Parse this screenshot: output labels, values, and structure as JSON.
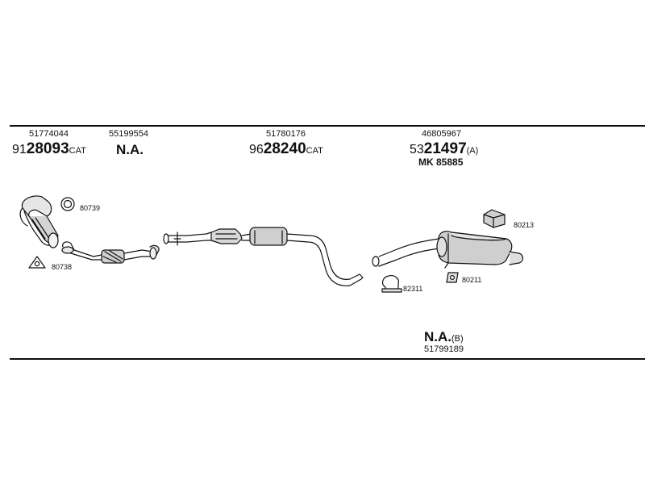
{
  "parts": {
    "g1": {
      "top": "51774044",
      "pre": "91",
      "bold": "28093",
      "suf": "CAT"
    },
    "g2": {
      "top": "55199554",
      "na": "N.A."
    },
    "g3": {
      "top": "51780176",
      "pre": "96",
      "bold": "28240",
      "suf": "CAT"
    },
    "g4": {
      "top": "46805967",
      "pre": "53",
      "bold": "21497",
      "suf": "(A)",
      "mk": "MK 85885"
    },
    "g5": {
      "na": "N.A.",
      "suf": "(B)",
      "bottom": "51799189"
    }
  },
  "small_parts": {
    "p80739": "80739",
    "p80738": "80738",
    "p82311": "82311",
    "p80211": "80211",
    "p80213": "80213"
  }
}
